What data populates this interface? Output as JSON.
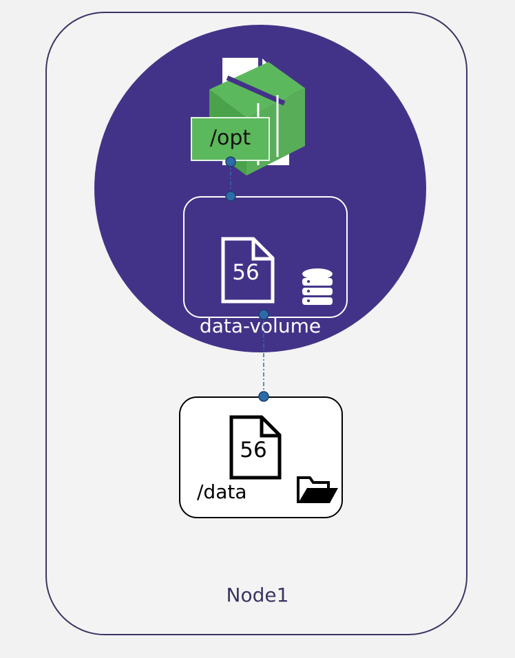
{
  "node": {
    "label": "Node1"
  },
  "container": {
    "mount_path": "/opt"
  },
  "volume": {
    "name": "data-volume",
    "file_number": "56"
  },
  "host": {
    "path": "/data",
    "file_number": "56"
  },
  "colors": {
    "pod": "#433388",
    "node_border": "#3b3463",
    "container_green": "#5cb85c",
    "connector": "#2f6aa8"
  },
  "icons": {
    "container": "container-box-icon",
    "volume_file": "document-icon",
    "volume_storage": "database-icon",
    "host_file": "document-icon",
    "host_folder": "open-folder-icon"
  }
}
